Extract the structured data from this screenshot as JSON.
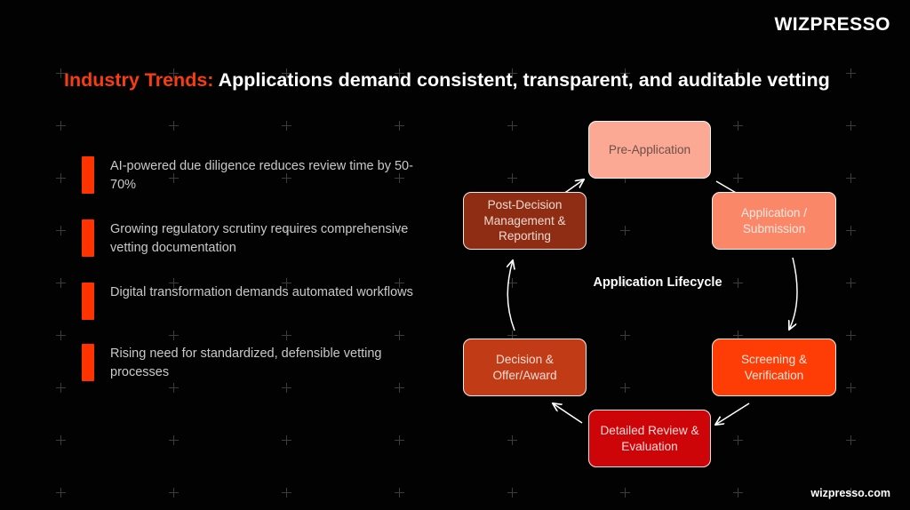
{
  "brand": {
    "logo": "WIZPRESSO",
    "footer": "wizpresso.com",
    "accent_color": "#f93c12",
    "marker_color": "#ff3300",
    "background_color": "#000000"
  },
  "headline": {
    "accent": "Industry Trends:",
    "rest": " Applications demand consistent, transparent, and auditable vetting"
  },
  "bullets": [
    {
      "text": "AI-powered due diligence reduces review time by 50-70%"
    },
    {
      "text": "Growing regulatory scrutiny requires comprehensive vetting documentation"
    },
    {
      "text": "Digital transformation demands automated workflows"
    },
    {
      "text": "Rising need for standardized, defensible vetting processes"
    }
  ],
  "diagram": {
    "center_label": "Application Lifecycle",
    "nodes": [
      {
        "label": "Pre-Application",
        "fill": "#fba894",
        "text_color": "#6b5147"
      },
      {
        "label": "Application / Submission",
        "fill": "#fa8868",
        "text_color": "#fbe9e2"
      },
      {
        "label": "Screening & Verification",
        "fill": "#fe3d06",
        "text_color": "#ffe6dc"
      },
      {
        "label": "Detailed Review & Evaluation",
        "fill": "#ce0508",
        "text_color": "#f6dcda"
      },
      {
        "label": "Decision & Offer/Award",
        "fill": "#c23b17",
        "text_color": "#f4ded6"
      },
      {
        "label": "Post-Decision Management & Reporting",
        "fill": "#8e2d13",
        "text_color": "#efd9d1"
      }
    ],
    "arrow_color": "#ffffff"
  }
}
